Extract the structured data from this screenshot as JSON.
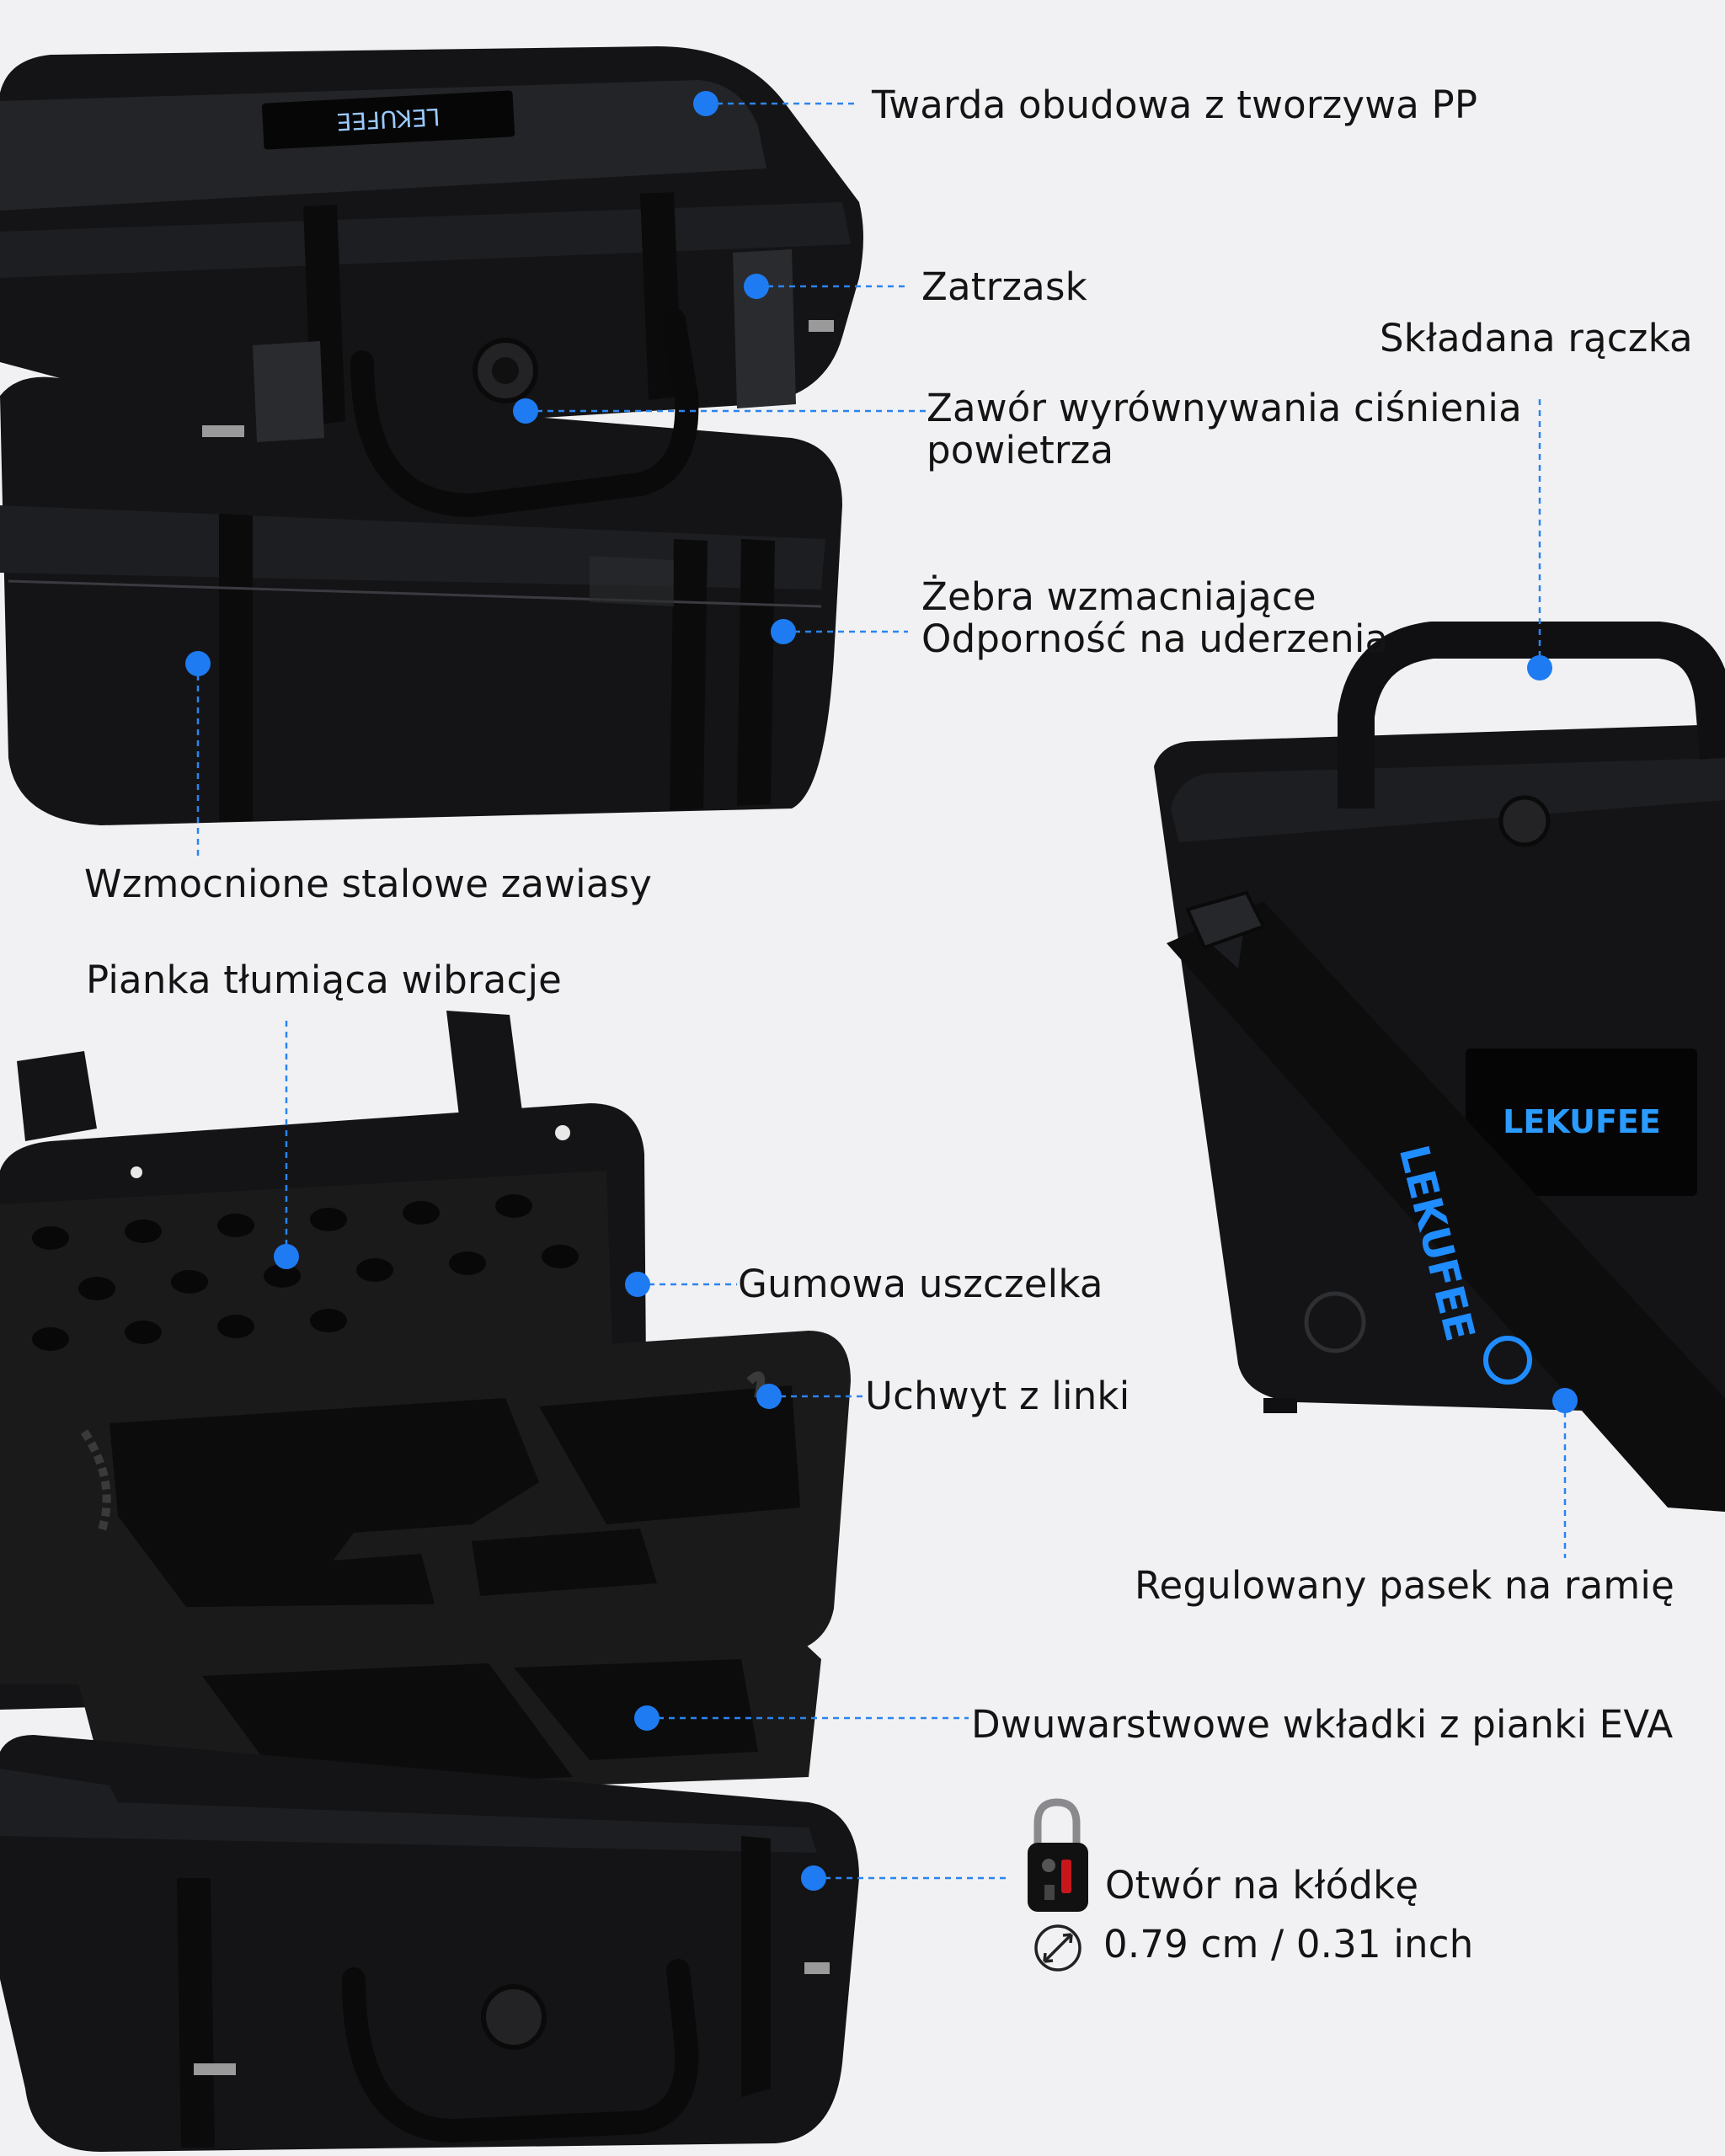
{
  "brand": {
    "logo_text": "LEKUFEE",
    "strap_text": "LEKUFEE",
    "accent": "#1e7bf2",
    "case_color": "#141416"
  },
  "callouts": {
    "hard_shell": "Twarda obudowa z tworzywa PP",
    "latch": "Zatrzask",
    "folding_handle": "Składana rączka",
    "valve_line1": "Zawór wyrównywania ciśnienia",
    "valve_line2": "powietrza",
    "ribs_line1": "Żebra wzmacniające",
    "ribs_line2": "Odporność na uderzenia",
    "hinges": "Wzmocnione stalowe zawiasy",
    "foam": "Pianka tłumiąca wibracje",
    "seal": "Gumowa uszczelka",
    "rope_handle": "Uchwyt z linki",
    "strap": "Regulowany pasek na ramię",
    "eva": "Dwuwarstwowe wkładki z pianki EVA",
    "lock_hole": "Otwór na kłódkę",
    "lock_size": "0.79 cm / 0.31 inch"
  },
  "icons": {
    "lock": "padlock-icon",
    "diameter": "diameter-icon"
  }
}
